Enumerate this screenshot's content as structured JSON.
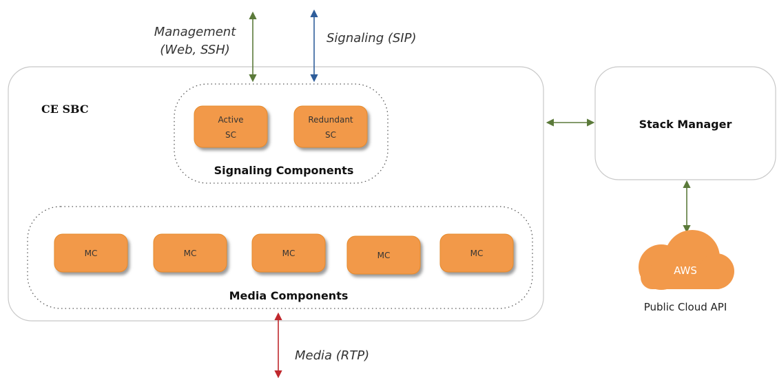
{
  "arrows": {
    "management_label_line1": "Management",
    "management_label_line2": "(Web, SSH)",
    "signaling_label": "Signaling (SIP)",
    "media_label": "Media (RTP)"
  },
  "sbc": {
    "title": "CE SBC",
    "signaling_group_label": "Signaling Components",
    "media_group_label": "Media Components",
    "signaling_components": [
      {
        "line1": "Active",
        "line2": "SC"
      },
      {
        "line1": "Redundant",
        "line2": "SC"
      }
    ],
    "media_components": [
      {
        "label": "MC"
      },
      {
        "label": "MC"
      },
      {
        "label": "MC"
      },
      {
        "label": "MC"
      },
      {
        "label": "MC"
      }
    ]
  },
  "stack_manager": {
    "label": "Stack Manager"
  },
  "cloud": {
    "label": "AWS",
    "caption": "Public Cloud API"
  },
  "colors": {
    "chip_fill": "#f2994a",
    "chip_shadow": "#8a8a8a",
    "management_arrow": "#5b7a3a",
    "signaling_arrow": "#2e5d9a",
    "media_arrow": "#c0282d",
    "cloud_fill": "#f2994a",
    "box_border": "#c8c8c8"
  }
}
